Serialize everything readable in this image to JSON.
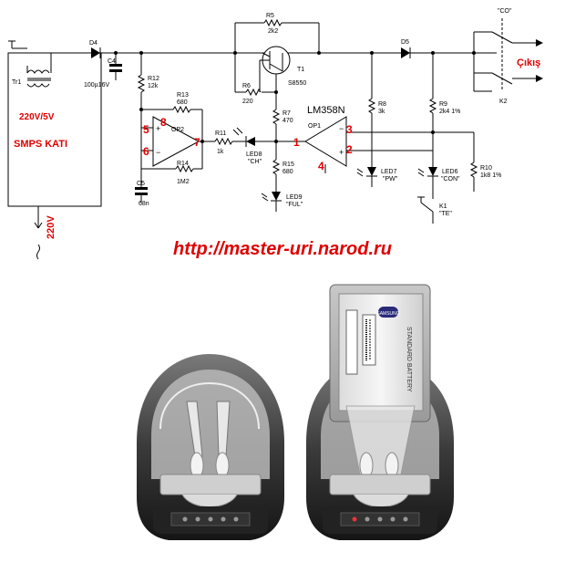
{
  "circuit": {
    "transformer": {
      "ref": "Tr1",
      "rating": "220V/5V",
      "title": "SMPS KATI",
      "mains": "220V"
    },
    "components": {
      "d4": "D4",
      "c4": "C4",
      "c4_val": "100µ16V",
      "r12": "R12",
      "r12_val": "12k",
      "r13": "R13",
      "r13_val": "680",
      "r14": "R14",
      "r14_val": "1M2",
      "c5": "C5",
      "c5_val": "68n",
      "op2": "OP2",
      "r11": "R11",
      "r11_val": "1k",
      "led8": "LED8",
      "led8_lbl": "\"CH\"",
      "r5": "R5",
      "r5_val": "2k2",
      "t1": "T1",
      "t1_part": "S8550",
      "r6": "R6",
      "r6_val": "220",
      "r7": "R7",
      "r7_val": "470",
      "ic": "LM358N",
      "op1": "OP1",
      "r15": "R15",
      "r15_val": "680",
      "led9": "LED9",
      "led9_lbl": "\"FUL\"",
      "r8": "R8",
      "r8_val": "3k",
      "led7": "LED7",
      "led7_lbl": "\"PW\"",
      "d5": "D5",
      "r9": "R9",
      "r9_val": "2k4 1%",
      "led6": "LED6",
      "led6_lbl": "\"CON\"",
      "r10": "R10",
      "r10_val": "1k8 1%",
      "k1": "K1",
      "k1_lbl": "\"TE\"",
      "k2": "K2",
      "co": "\"CO\"",
      "output": "Çıkış"
    },
    "pins": {
      "p8": "8",
      "p5": "5",
      "p6": "6",
      "p7": "7",
      "p1": "1",
      "p3": "3",
      "p2": "2",
      "p4": "4"
    },
    "colors": {
      "pin_red": "#e00000",
      "url_red": "#e00000"
    }
  },
  "website": {
    "url": "http://master-uri.narod.ru"
  },
  "photos": [
    {
      "name": "charger-open"
    },
    {
      "name": "charger-with-battery",
      "battery_brand": "SAMSUNG",
      "battery_text": "STANDARD BATTERY"
    }
  ]
}
